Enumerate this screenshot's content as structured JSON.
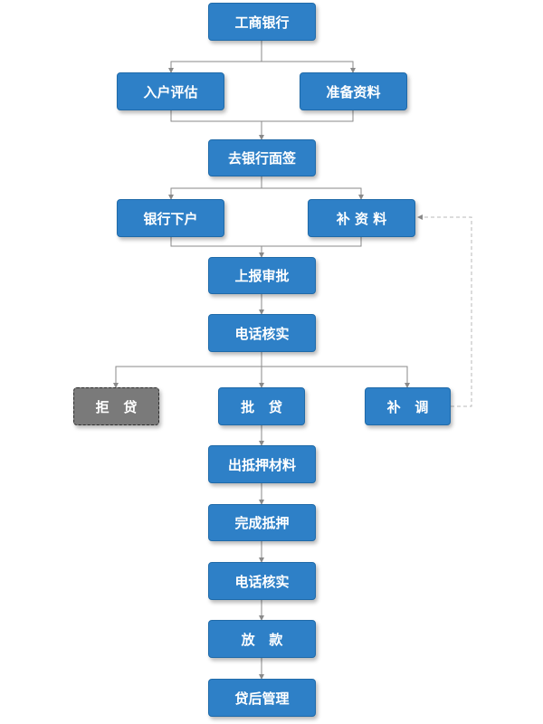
{
  "colors": {
    "node_fill": "#2e80c7",
    "node_border": "#1f6aa9",
    "reject_fill": "#7a7a7a",
    "line": "#8a8a8a",
    "dashed_line": "#b8b8b8"
  },
  "nodes": {
    "bank": "工商银行",
    "evaluation": "入户评估",
    "prepare_docs": "准备资料",
    "bank_sign": "去银行面签",
    "bank_visit": "银行下户",
    "supplement_docs": "补 资 料",
    "submit_review": "上报审批",
    "phone_verify_1": "电话核实",
    "reject": "拒   贷",
    "approve": "批   贷",
    "supplement_adjust": "补   调",
    "mortgage_materials": "出抵押材料",
    "complete_mortgage": "完成抵押",
    "phone_verify_2": "电话核实",
    "release_loan": "放   款",
    "post_loan": "贷后管理"
  }
}
